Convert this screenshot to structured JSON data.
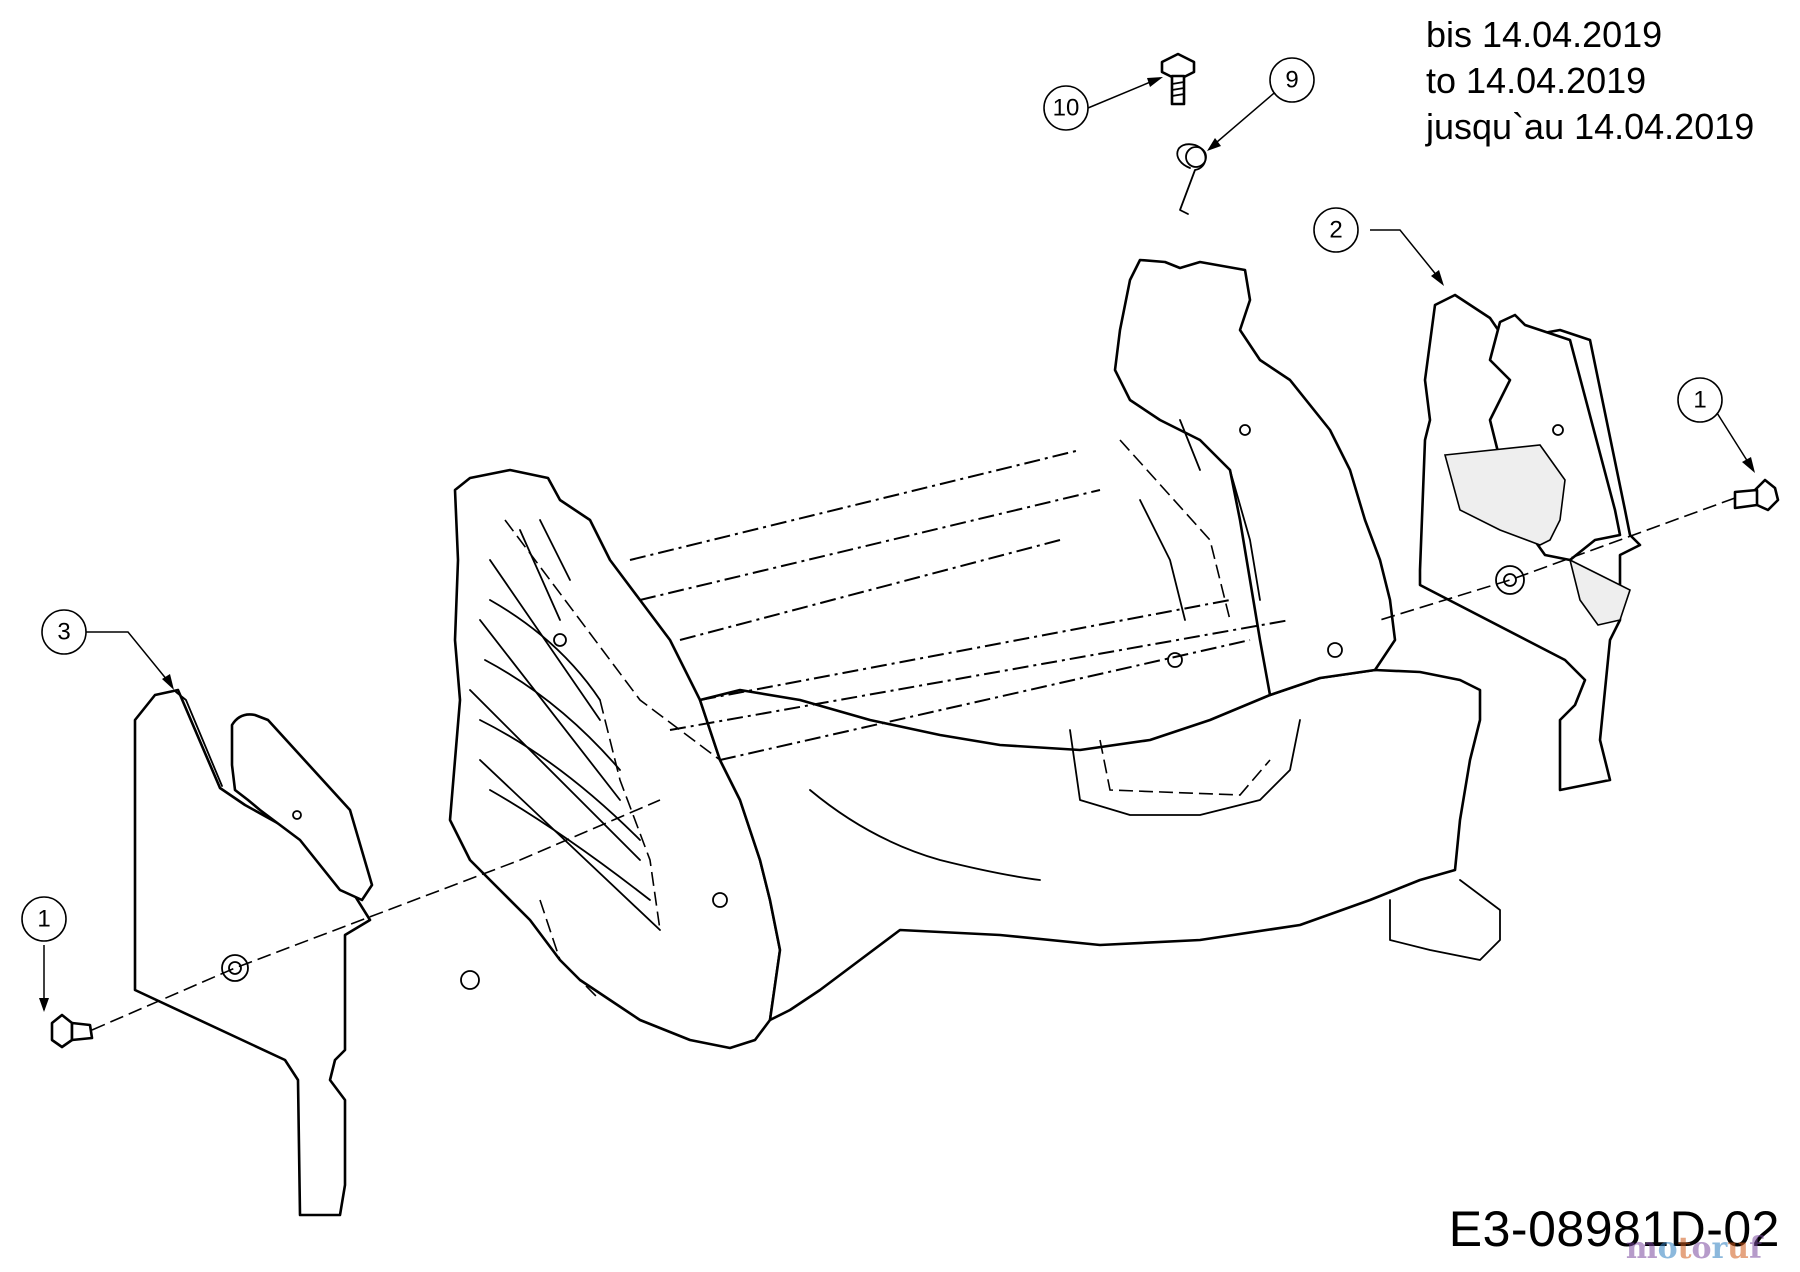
{
  "date_note": {
    "line_de": "bis 14.04.2019",
    "line_en": "to 14.04.2019",
    "line_fr": "jusqu`au 14.04.2019"
  },
  "drawing_number": "E3-08981D-02",
  "watermark": "motoruf",
  "callouts": [
    {
      "id": "callout-1-left",
      "label": "1"
    },
    {
      "id": "callout-1-right",
      "label": "1"
    },
    {
      "id": "callout-2",
      "label": "2"
    },
    {
      "id": "callout-3",
      "label": "3"
    },
    {
      "id": "callout-9",
      "label": "9"
    },
    {
      "id": "callout-10",
      "label": "10"
    }
  ],
  "colors": {
    "line": "#000000",
    "background": "#ffffff",
    "watermark": [
      "#7b4aa0",
      "#2d7fc1",
      "#d05a1a"
    ]
  }
}
